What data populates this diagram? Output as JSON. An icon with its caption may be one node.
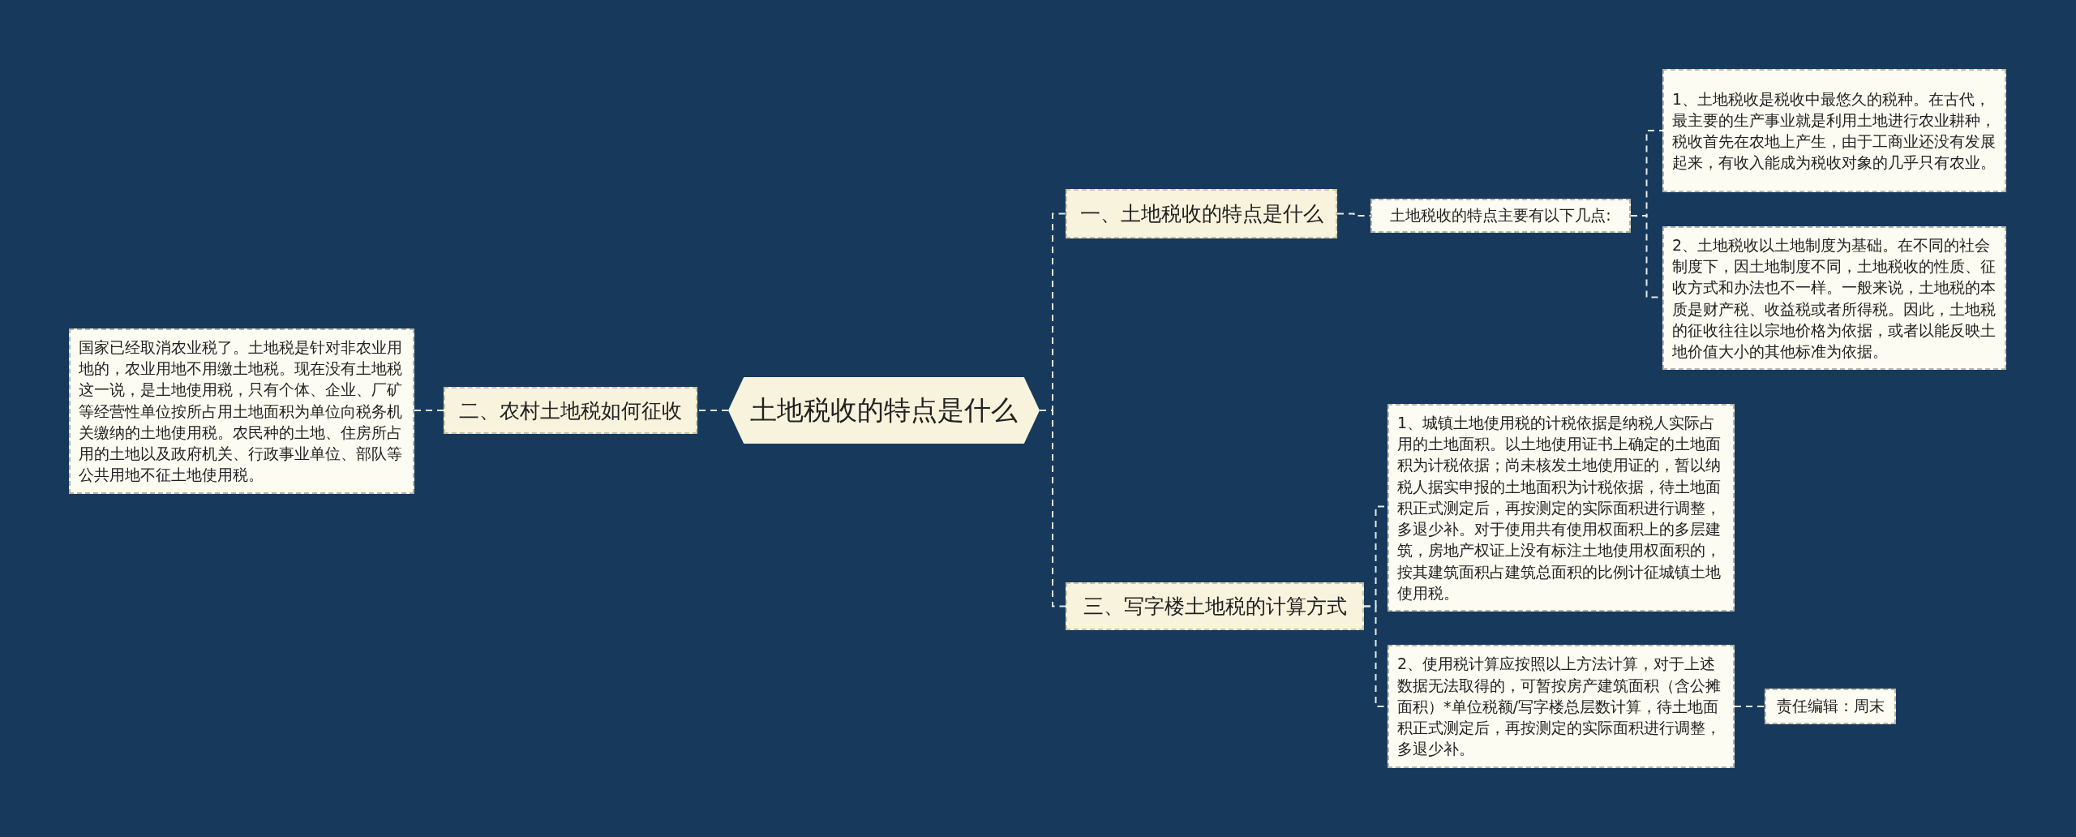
{
  "diagram": {
    "nodes": [
      {
        "text": [
          "土地税收的特点是什么"
        ]
      },
      {
        "text": [
          "一、土地税收的特点是什么"
        ]
      },
      {
        "text": [
          "土地税收的特点主要有以下几点:"
        ]
      },
      {
        "text": [
          "1、土地税收是税收中最悠久的税种。在古代，最主要的生产事业就是利用土地进行农业耕种，税收首先在农地上产生，由于工商业还没有发展起来，有收入能成为税收对象的几乎只有农业。"
        ]
      },
      {
        "text": [
          "2、土地税收以土地制度为基础。在不同的社会制度下，因土地制度不同，土地税收的性质、征收方式和办法也不一样。一般来说，土地税的本质是财产税、收益税或者所得税。因此，土地税的征收往往以宗地价格为依据，或者以能反映土地价值大小的其他标准为依据。"
        ]
      },
      {
        "text": [
          "二、农村土地税如何征收"
        ]
      },
      {
        "text": [
          "国家已经取消农业税了。土地税是针对非农业用地的，农业用地不用缴土地税。现在没有土地税这一说，是土地使用税，只有个体、企业、厂矿等经营性单位按所占用土地面积为单位向税务机关缴纳的土地使用税。农民种的土地、住房所占用的土地以及政府机关、行政事业单位、部队等公共用地不征土地使用税。"
        ]
      },
      {
        "text": [
          "三、写字楼土地税的计算方式"
        ]
      },
      {
        "text": [
          "1、城镇土地使用税的计税依据是纳税人实际占用的土地面积。以土地使用证书上确定的土地面积为计税依据；尚未核发土地使用证的，暂以纳税人据实申报的土地面积为计税依据，待土地面积正式测定后，再按测定的实际面积进行调整，多退少补。对于使用共有使用权面积上的多层建筑，房地产权证上没有标注土地使用权面积的，按其建筑面积占建筑总面积的比例计征城镇土地使用税。"
        ]
      },
      {
        "text": [
          "2、使用税计算应按照以上方法计算，对于上述数据无法取得的，可暂按房产建筑面积（含公摊面积）*单位税额/写字楼总层数计算，待土地面积正式测定后，再按测定的实际面积进行调整，多退少补。"
        ]
      },
      {
        "text": [
          "责任编辑：周末"
        ]
      }
    ],
    "edges": [
      {
        "from": 0,
        "to": 1,
        "arrow": "none"
      },
      {
        "from": 0,
        "to": 5,
        "arrow": "none"
      },
      {
        "from": 0,
        "to": 7,
        "arrow": "none"
      },
      {
        "from": 1,
        "to": 2,
        "arrow": "none"
      },
      {
        "from": 2,
        "to": 3,
        "arrow": "none"
      },
      {
        "from": 2,
        "to": 4,
        "arrow": "none"
      },
      {
        "from": 5,
        "to": 6,
        "arrow": "none"
      },
      {
        "from": 7,
        "to": 8,
        "arrow": "none"
      },
      {
        "from": 7,
        "to": 9,
        "arrow": "none"
      },
      {
        "from": 9,
        "to": 10,
        "arrow": "none"
      }
    ]
  }
}
